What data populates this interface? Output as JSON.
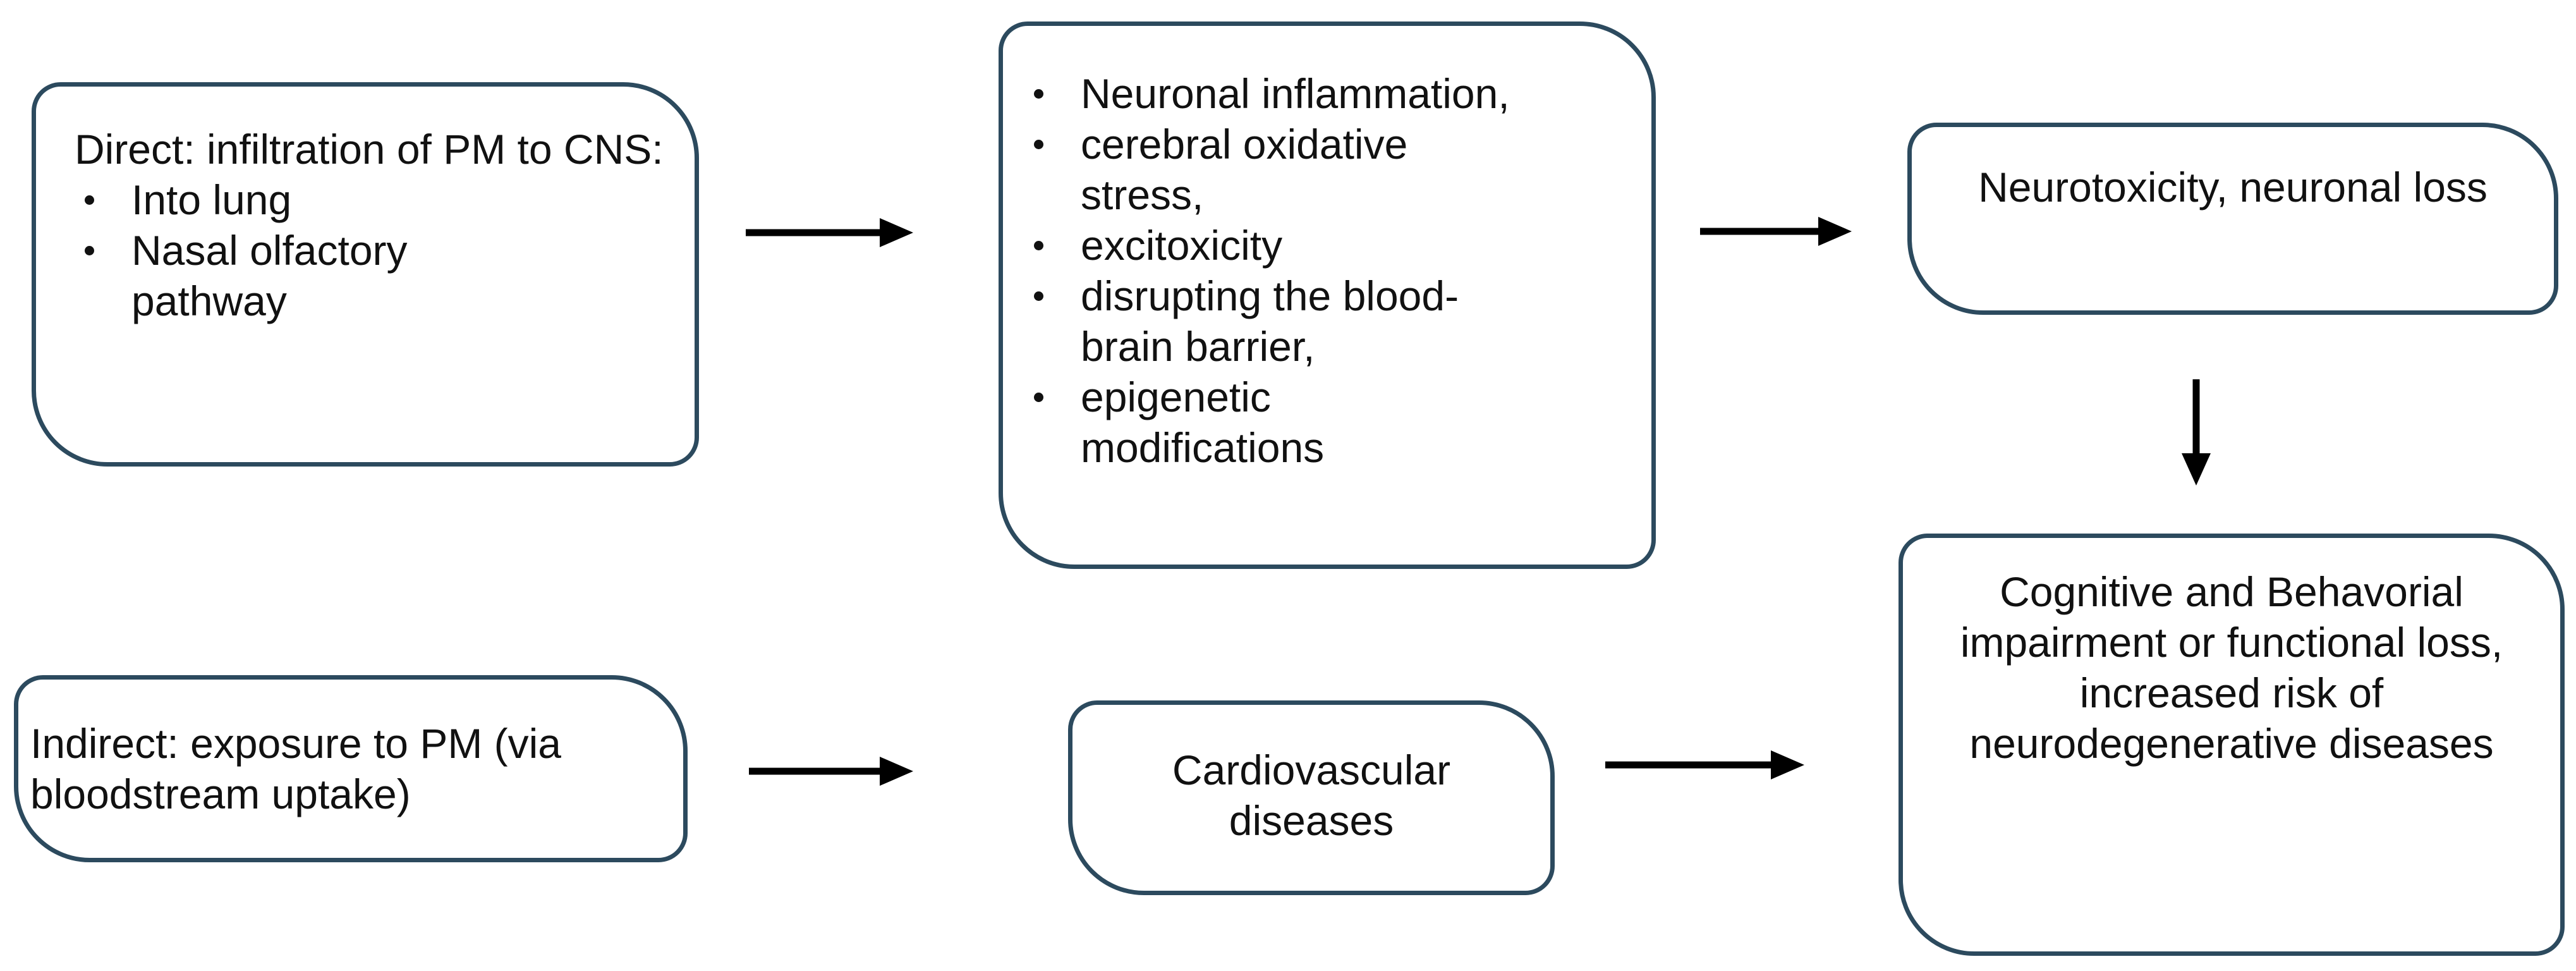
{
  "nodes": {
    "direct": {
      "heading": "Direct: infiltration of PM to CNS:",
      "items": [
        "Into lung",
        "Nasal olfactory pathway"
      ]
    },
    "effects": {
      "items": [
        "Neuronal inflammation,",
        "cerebral oxidative stress,",
        "excitoxicity",
        "disrupting the blood-brain barrier,",
        "epigenetic modifications"
      ]
    },
    "neurotoxicity": {
      "text": "Neurotoxicity, neuronal loss"
    },
    "indirect": {
      "text": "Indirect: exposure to PM (via bloodstream uptake)"
    },
    "cardio": {
      "text": "Cardiovascular diseases"
    },
    "outcome": {
      "text": "Cognitive and Behavorial impairment or functional loss, increased risk of neurodegenerative diseases"
    }
  },
  "colors": {
    "box_border": "#2c4a5e",
    "arrow": "#000000",
    "text": "#111111",
    "background": "#ffffff"
  }
}
